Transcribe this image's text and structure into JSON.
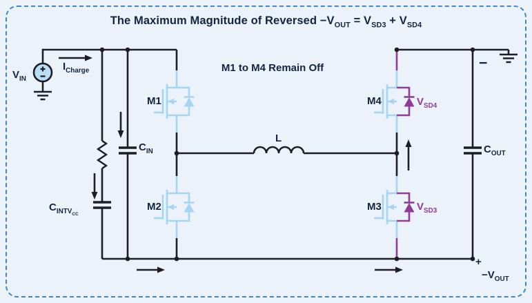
{
  "title": {
    "part1": "The Maximum Magnitude of Reversed −V",
    "sub1": "OUT",
    "part2": " = V",
    "sub2": "SD3",
    "part3": " + V",
    "sub3": "SD4"
  },
  "note": "M1 to M4 Remain Off",
  "labels": {
    "vin": {
      "main": "V",
      "sub": "IN"
    },
    "icharge": {
      "main": "I",
      "sub": "Charge"
    },
    "m1": "M1",
    "m2": "M2",
    "m3": "M3",
    "m4": "M4",
    "l": "L",
    "cin": {
      "main": "C",
      "sub": "IN"
    },
    "cintvcc": {
      "main": "C",
      "sub": "INTV",
      "subsub": "CC"
    },
    "cout": {
      "main": "C",
      "sub": "OUT"
    },
    "vsd4": {
      "main": "V",
      "sub": "SD4"
    },
    "vsd3": {
      "main": "V",
      "sub": "SD3"
    },
    "output_minus": "−",
    "output_plus": "+",
    "vout": {
      "main": "−V",
      "sub": "OUT"
    }
  },
  "colors": {
    "background": "#ebf2f9",
    "frame_border": "#3c86c9",
    "wire": "#1d1d26",
    "text": "#132440",
    "inactive_mosfet": "#a6d5f3",
    "active_diode": "#8e3c96",
    "source_fill": "#b9def6"
  }
}
